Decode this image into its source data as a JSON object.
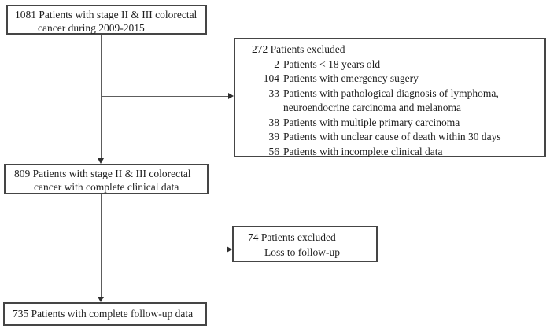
{
  "flowchart": {
    "description": "Patient selection flow diagram, stage II & III colorectal cancer cohort",
    "colors": {
      "background": "#ffffff",
      "box_border": "#454545",
      "connector_line": "#5d5d5d",
      "arrowhead": "#2e2e2e",
      "text": "#1e1e1e"
    },
    "main_boxes": [
      {
        "id": "initial-cohort",
        "lines": [
          "1081 Patients with stage II & III colorectal",
          "cancer during 2009-2015"
        ]
      },
      {
        "id": "complete-clinical-data",
        "lines": [
          "809 Patients with stage II & III colorectal",
          "cancer with complete clinical data"
        ]
      },
      {
        "id": "complete-follow-up",
        "lines": [
          "735 Patients with complete follow-up data"
        ]
      }
    ],
    "exclusion_boxes": [
      {
        "id": "excluded-272",
        "title": "272 Patients excluded",
        "items": [
          {
            "count": "2",
            "text": "Patients < 18 years old",
            "text2": ""
          },
          {
            "count": "104",
            "text": "Patients with emergency sugery",
            "text2": ""
          },
          {
            "count": "33",
            "text": "Patients with pathological diagnosis of lymphoma,",
            "text2": "neuroendocrine carcinoma and melanoma"
          },
          {
            "count": "38",
            "text": "Patients with multiple primary carcinoma",
            "text2": ""
          },
          {
            "count": "39",
            "text": "Patients with unclear cause of death within 30 days",
            "text2": ""
          },
          {
            "count": "56",
            "text": "Patients with incomplete clinical data",
            "text2": ""
          }
        ]
      },
      {
        "id": "excluded-74",
        "title": "74 Patients excluded",
        "items": [
          {
            "count": "",
            "text": "Loss to follow-up"
          }
        ]
      }
    ]
  }
}
